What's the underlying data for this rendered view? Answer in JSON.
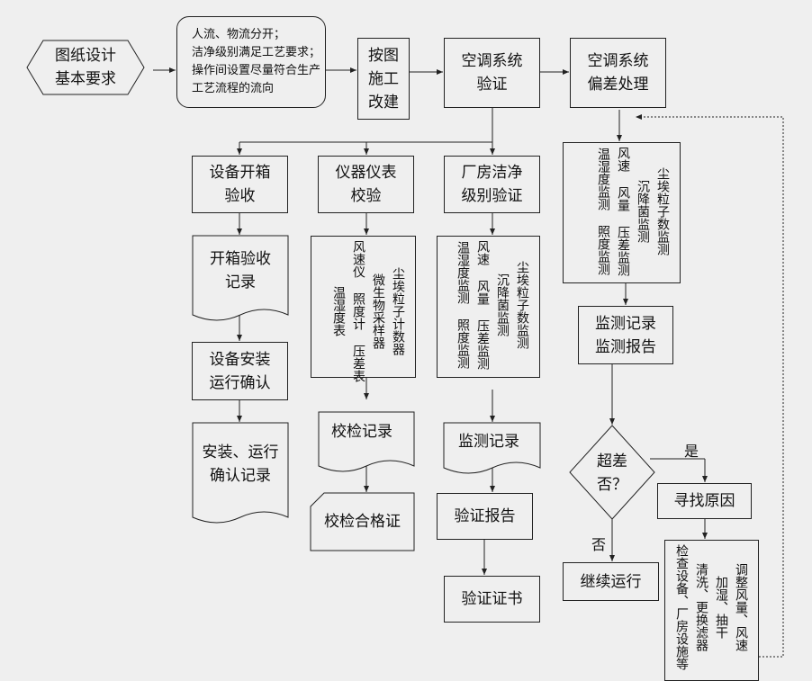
{
  "start": "图纸设计\n基本要求",
  "requirements": "人流、物流分开；\n洁净级别满足工艺要求；\n操作间设置尽量符合生产\n工艺流程的流向",
  "construction": "按图\n施工\n改建",
  "validation": "空调系统\n验证",
  "deviation": "空调系统\n偏差处理",
  "branches": {
    "equipment": "设备开箱\n验收",
    "instrument": "仪器仪表\n校验",
    "cleanroom": "厂房洁净\n级别验证"
  },
  "equipment_flow": {
    "unbox_record": "开箱验收\n记录",
    "install_confirm": "设备安装\n运行确认",
    "install_record": "安装、运行\n确认记录"
  },
  "instrument_flow": {
    "list": "尘埃粒子计数器\n微生物采样器\n风速仪 照度计 压差表\n温湿度表",
    "calib_record": "校检记录",
    "certificate": "校检合格证"
  },
  "cleanroom_flow": {
    "list": "尘埃粒子数监测\n沉降菌监测\n风速 风量 压差监测\n温湿度监测 照度监测",
    "monitor_record": "监测记录",
    "report": "验证报告",
    "certificate": "验证证书"
  },
  "deviation_flow": {
    "list": "尘埃粒子数监测\n沉降菌监测\n风速 风量 压差监测\n温湿度监测 照度监测",
    "monitor": "监测记录\n监测报告",
    "decision": "超差\n否？",
    "yes": "是",
    "no": "否",
    "find_cause": "寻找原因",
    "actions": "调整风量、风速\n加湿、抽干\n清洗、更换滤器\n检查设备、厂房设施等",
    "continue": "继续运行"
  }
}
